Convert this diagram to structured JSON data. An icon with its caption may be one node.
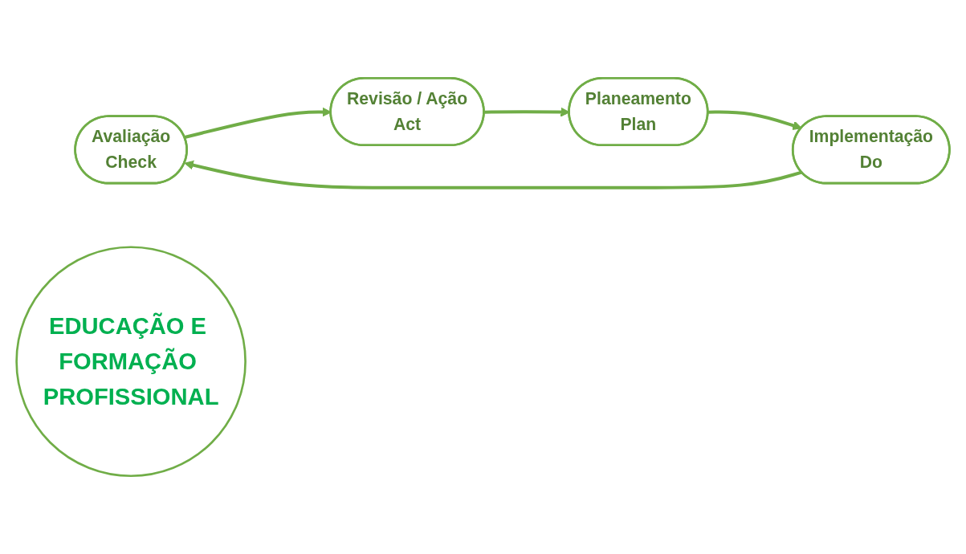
{
  "diagram": {
    "nodes": [
      {
        "text": [
          "Avaliação",
          "Check"
        ]
      },
      {
        "text": [
          "Implementação",
          "Do"
        ]
      },
      {
        "text": [
          "EDUCAÇÃO E FORMAÇÃO PROFISSIONAL"
        ]
      },
      {
        "text": [
          "Revisão / Ação",
          "Act"
        ]
      },
      {
        "text": [
          "Planeamento",
          "Plan"
        ]
      }
    ],
    "edges": [
      {
        "from": 1,
        "to": 0,
        "arrow": "to"
      },
      {
        "from": 0,
        "to": 3,
        "arrow": "to"
      },
      {
        "from": 3,
        "to": 4,
        "arrow": "to"
      },
      {
        "from": 4,
        "to": 1,
        "arrow": "to"
      }
    ]
  }
}
